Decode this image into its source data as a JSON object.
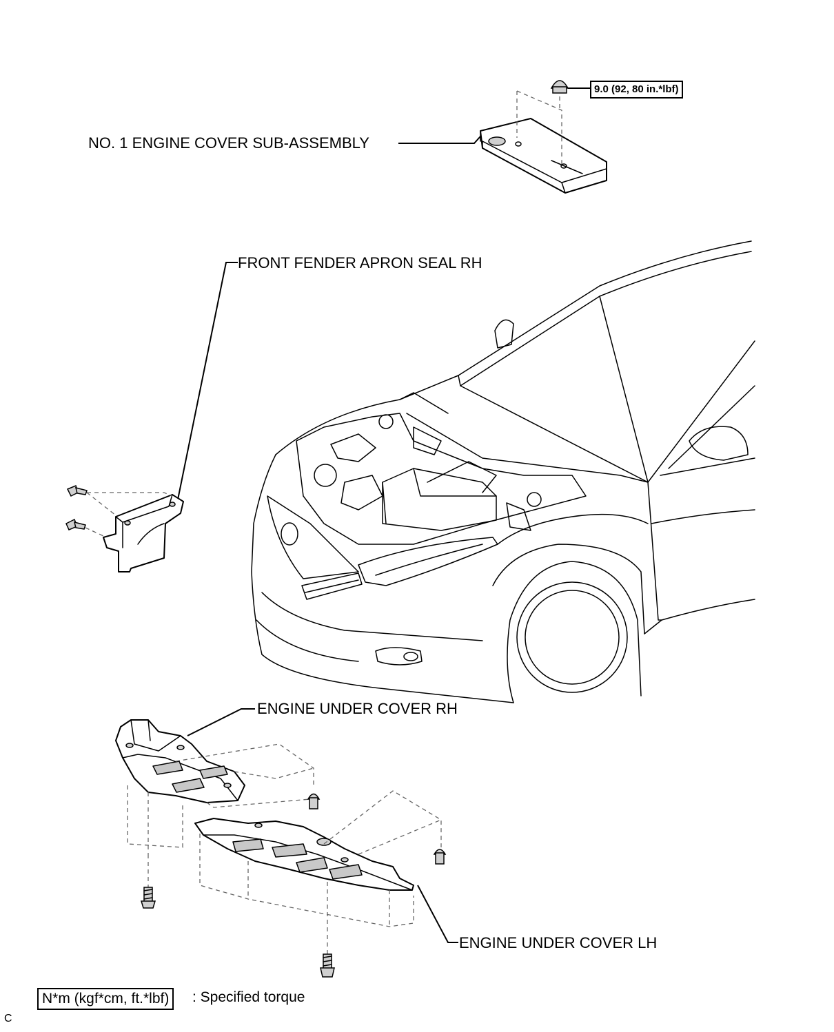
{
  "labels": {
    "engine_cover": "NO. 1 ENGINE COVER SUB-ASSEMBLY",
    "apron_seal": "FRONT FENDER APRON SEAL RH",
    "under_cover_rh": "ENGINE UNDER COVER RH",
    "under_cover_lh": "ENGINE UNDER COVER LH"
  },
  "torque": {
    "engine_cover_nut": "9.0 (92, 80 in.*lbf)"
  },
  "legend": {
    "box": "N*m (kgf*cm, ft.*lbf)",
    "text": ": Specified torque"
  },
  "corner_mark": "C"
}
